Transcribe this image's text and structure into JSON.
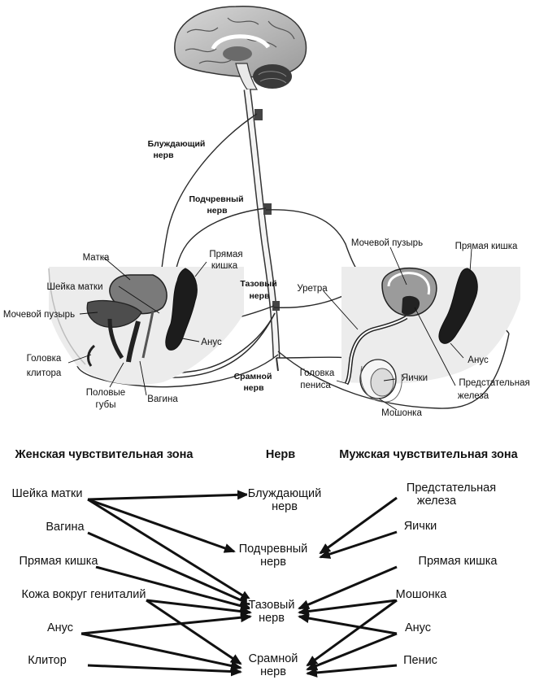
{
  "anatomy": {
    "female": {
      "uterus": "Матка",
      "cervix": "Шейка матки",
      "bladder": "Мочевой пузырь",
      "clitoral_glans_1": "Головка",
      "clitoral_glans_2": "клитора",
      "rectum_1": "Прямая",
      "rectum_2": "кишка",
      "anus": "Анус",
      "labia_1": "Половые",
      "labia_2": "губы",
      "vagina": "Вагина"
    },
    "nerves": {
      "vagus_1": "Блуждающий",
      "vagus_2": "нерв",
      "hypogastric_1": "Подчревный",
      "hypogastric_2": "нерв",
      "pelvic_1": "Тазовый",
      "pelvic_2": "нерв",
      "pudendal_1": "Срамной",
      "pudendal_2": "нерв"
    },
    "male": {
      "bladder": "Мочевой пузырь",
      "rectum": "Прямая кишка",
      "urethra": "Уретра",
      "penis_glans_1": "Головка",
      "penis_glans_2": "пениса",
      "testes": "Яички",
      "anus": "Анус",
      "prostate_1": "Предстательная",
      "prostate_2": "железа",
      "scrotum": "Мошонка"
    }
  },
  "table": {
    "headers": {
      "female": "Женская чувствительная зона",
      "nerve": "Нерв",
      "male": "Мужская чувствительная зона"
    },
    "female_zones": [
      "Шейка матки",
      "Вагина",
      "Прямая кишка",
      "Кожа вокруг гениталий",
      "Анус",
      "Клитор"
    ],
    "nerves": [
      [
        "Блуждающий",
        "нерв"
      ],
      [
        "Подчревный",
        "нерв"
      ],
      [
        "Тазовый",
        "нерв"
      ],
      [
        "Срамной",
        "нерв"
      ]
    ],
    "male_zones": [
      [
        "Предстательная",
        "железа"
      ],
      [
        "Яички"
      ],
      [
        "Прямая кишка"
      ],
      [
        "Мошонка"
      ],
      [
        "Анус"
      ],
      [
        "Пенис"
      ]
    ],
    "female_links": [
      [
        0,
        0
      ],
      [
        0,
        1
      ],
      [
        0,
        2
      ],
      [
        1,
        2
      ],
      [
        2,
        2
      ],
      [
        3,
        2
      ],
      [
        3,
        3
      ],
      [
        4,
        2
      ],
      [
        4,
        3
      ],
      [
        5,
        3
      ]
    ],
    "male_links": [
      [
        0,
        1
      ],
      [
        1,
        1
      ],
      [
        2,
        2
      ],
      [
        3,
        2
      ],
      [
        3,
        3
      ],
      [
        4,
        2
      ],
      [
        4,
        3
      ],
      [
        5,
        3
      ]
    ]
  }
}
